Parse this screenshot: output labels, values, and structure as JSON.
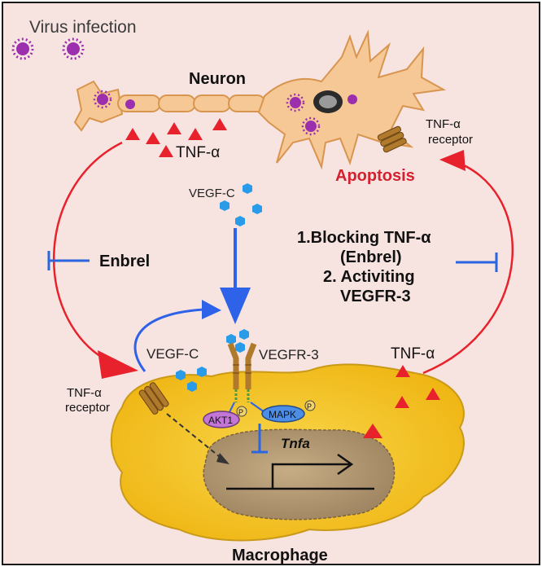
{
  "labels": {
    "virus_infection": "Virus infection",
    "neuron": "Neuron",
    "tnf_alpha_top": "TNF-α",
    "tnf_receptor_top_line1": "TNF-α",
    "tnf_receptor_top_line2": "receptor",
    "apoptosis": "Apoptosis",
    "vegfc_top": "VEGF-C",
    "enbrel": "Enbrel",
    "strategy_line1": "1.Blocking TNF-α",
    "strategy_line2": "(Enbrel)",
    "strategy_line3": "2. Activiting",
    "strategy_line4": "VEGFR-3",
    "vegfc_bottom": "VEGF-C",
    "vegfr3": "VEGFR-3",
    "tnf_alpha_right": "TNF-α",
    "tnf_receptor_left_line1": "TNF-α",
    "tnf_receptor_left_line2": "receptor",
    "akt1": "AKT1",
    "mapk": "MAPK",
    "phospho": "P",
    "tnfa_gene": "Tnfa",
    "macrophage": "Macrophage"
  },
  "colors": {
    "background": "#f7e4e1",
    "frame": "#1a1a1a",
    "red_cycle": "#e8222c",
    "blue_arrow": "#2e62e8",
    "inhibit_blue": "#2a66e0",
    "neuron_fill": "#f6c896",
    "neuron_stroke": "#d8954f",
    "macrophage_fill": "#f2c019",
    "macrophage_stroke": "#c99a1a",
    "nucleus_fill": "#b49970",
    "virus": "#9b2fae",
    "vegf": "#2a9be8",
    "receptor": "#b07a2c",
    "akt1": "#c277d6",
    "mapk": "#4c8de6",
    "apoptosis_text": "#d42130"
  }
}
